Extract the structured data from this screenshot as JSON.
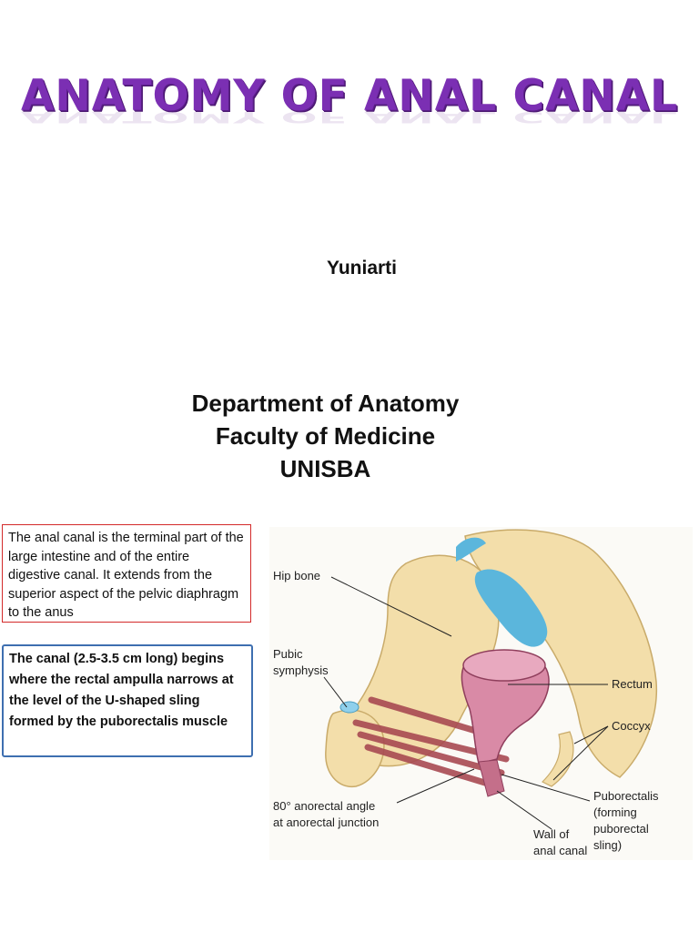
{
  "slide": {
    "title": "ANATOMY OF ANAL CANAL",
    "author": "Yuniarti",
    "department_lines": [
      "Department of Anatomy",
      "Faculty of Medicine",
      "UNISBA"
    ]
  },
  "text_boxes": {
    "definition": "The anal canal is the terminal part of the large intestine and of the entire digestive canal. It extends from the superior aspect of the pelvic diaphragm to the anus",
    "canal_description": "The canal (2.5-3.5 cm long) begins where the rectal ampulla narrows at the level of the U-shaped sling formed by the puborectalis muscle"
  },
  "figure": {
    "labels": {
      "hip_bone": "Hip bone",
      "pubic_symphysis_1": "Pubic",
      "pubic_symphysis_2": "symphysis",
      "rectum": "Rectum",
      "coccyx": "Coccyx",
      "puborectalis_1": "Puborectalis",
      "puborectalis_2": "(forming",
      "puborectalis_3": "puborectal",
      "puborectalis_4": "sling)",
      "angle_1": "80° anorectal angle",
      "angle_2": "at anorectal junction",
      "wall_1": "Wall of",
      "wall_2": "anal canal"
    },
    "colors": {
      "bone": "#f3deaa",
      "bone_outline": "#c9ab6a",
      "cartilage": "#5bb6dc",
      "rectum": "#d98aa6",
      "muscle": "#a84a52"
    }
  }
}
